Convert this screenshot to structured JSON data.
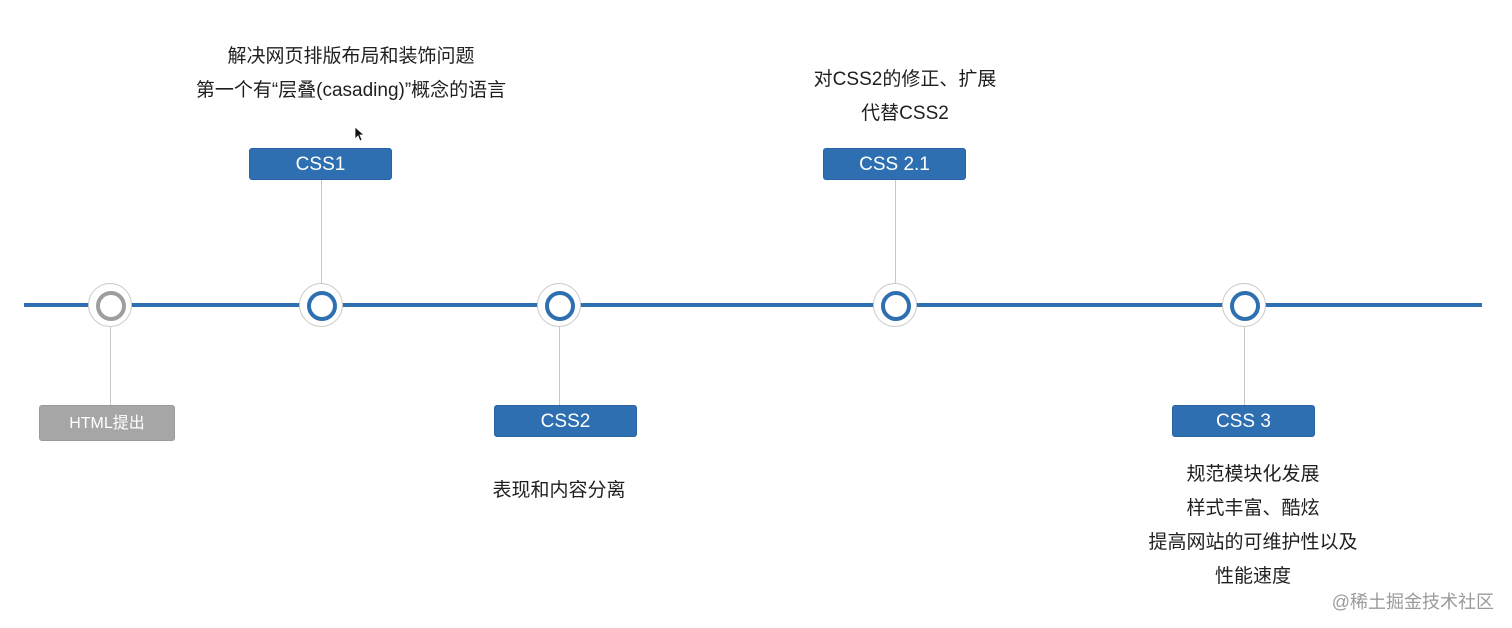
{
  "milestones": [
    {
      "label": "HTML提出",
      "status": "gray"
    },
    {
      "label": "CSS1",
      "notes": [
        "解决网页排版布局和装饰问题",
        "第一个有“层叠(casading)”概念的语言"
      ]
    },
    {
      "label": "CSS2",
      "notes": [
        "表现和内容分离"
      ]
    },
    {
      "label": "CSS 2.1",
      "notes": [
        "对CSS2的修正、扩展",
        "代替CSS2"
      ]
    },
    {
      "label": "CSS 3",
      "notes": [
        "规范模块化发展",
        "样式丰富、酷炫",
        "提高网站的可维护性以及",
        "性能速度"
      ]
    }
  ],
  "colors": {
    "accent": "#2e6fb2",
    "inactive": "#a6a6a6"
  },
  "watermark": "@稀土掘金技术社区"
}
